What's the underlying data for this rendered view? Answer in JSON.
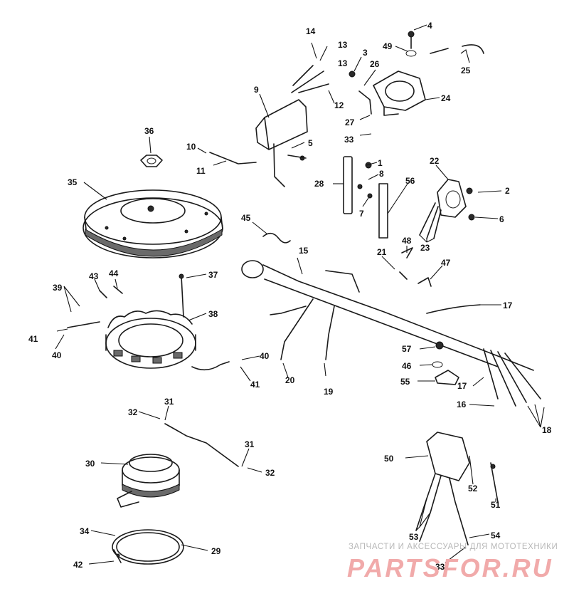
{
  "diagram": {
    "callouts": [
      "1",
      "2",
      "3",
      "4",
      "5",
      "6",
      "7",
      "8",
      "9",
      "10",
      "11",
      "12",
      "13",
      "13",
      "14",
      "15",
      "16",
      "17",
      "17",
      "18",
      "19",
      "20",
      "21",
      "22",
      "23",
      "24",
      "25",
      "26",
      "27",
      "28",
      "29",
      "30",
      "31",
      "31",
      "32",
      "32",
      "33",
      "33",
      "34",
      "35",
      "36",
      "37",
      "38",
      "39",
      "40",
      "40",
      "41",
      "41",
      "42",
      "43",
      "44",
      "45",
      "46",
      "47",
      "48",
      "49",
      "50",
      "51",
      "52",
      "53",
      "54",
      "55",
      "56",
      "57"
    ]
  },
  "watermark": {
    "caption": "ЗАПЧАСТИ И АКСЕССУАРЫ ДЛЯ МОТОТЕХНИКИ",
    "logo": "PARTSFOR.RU",
    "color": "#f1aaaa"
  }
}
